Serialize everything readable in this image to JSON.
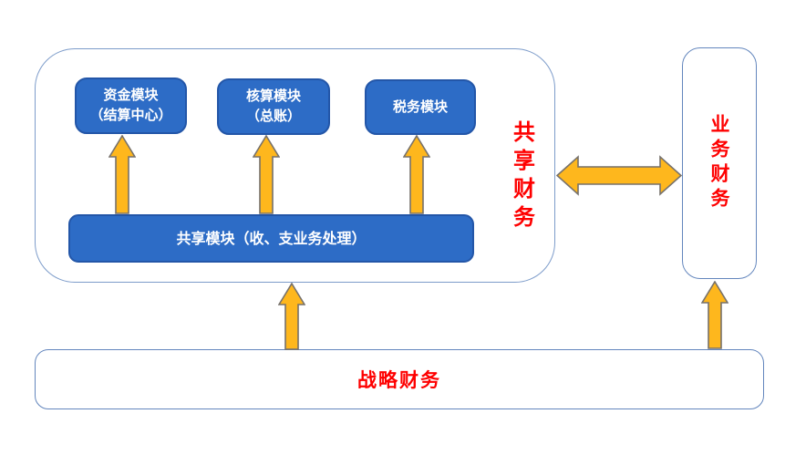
{
  "shared_finance_group": {
    "label": "共享财务",
    "modules": [
      {
        "line1": "资金模块",
        "line2": "（结算中心）"
      },
      {
        "line1": "核算模块",
        "line2": "（总账）"
      },
      {
        "line1": "税务模块",
        "line2": ""
      }
    ],
    "shared_module_label": "共享模块（收、支业务处理）"
  },
  "business_finance": {
    "label": "业务财务"
  },
  "strategic_finance": {
    "label": "战略财务"
  },
  "colors": {
    "module_fill": "#2D6CC6",
    "module_border": "#2356A8",
    "module_text": "#FFFFFF",
    "group_border": "#7D9CCA",
    "white_box_border": "#6386BD",
    "arrow_fill": "#FEB71D",
    "arrow_stroke": "#76716B",
    "red_label": "#FE0000"
  }
}
